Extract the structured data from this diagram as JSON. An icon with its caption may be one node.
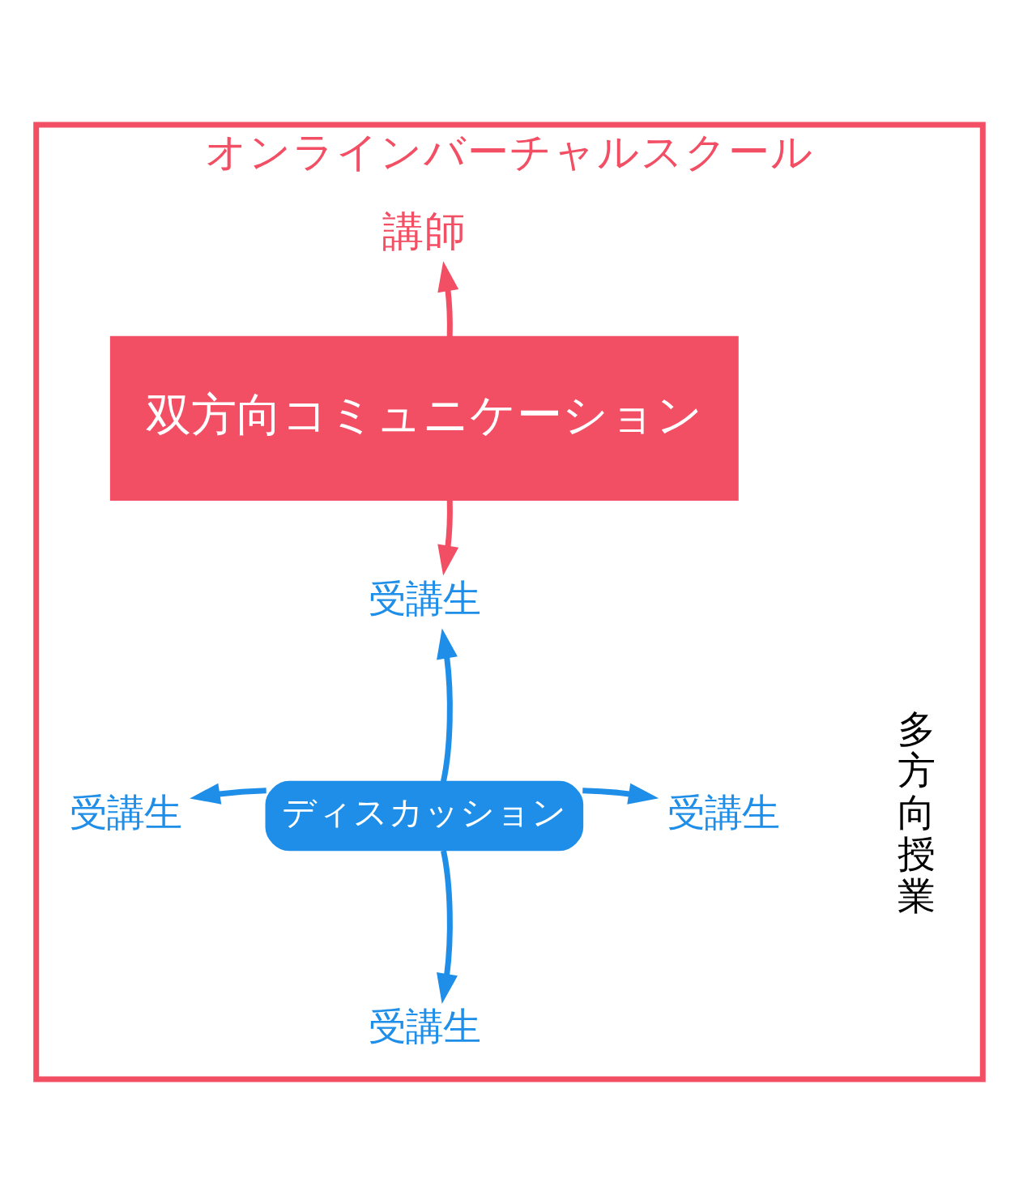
{
  "diagram": {
    "nodes": [
      {
        "text": [
          "オンラインバーチャルスクール"
        ]
      },
      {
        "text": [
          "講師"
        ],
        "in": 0
      },
      {
        "text": [
          "双方向コミュニケーション"
        ],
        "in": 0
      },
      {
        "text": [
          "受講生"
        ],
        "in": 0
      },
      {
        "text": [
          "ディスカッション"
        ],
        "in": 0
      },
      {
        "text": [
          "受講生"
        ],
        "in": 0
      },
      {
        "text": [
          "受講生"
        ],
        "in": 0
      },
      {
        "text": [
          "受講生"
        ],
        "in": 0
      }
    ],
    "edges": [
      {
        "from": 2,
        "to": 1,
        "arrow": "to",
        "color": "#f24e64"
      },
      {
        "from": 2,
        "to": 3,
        "arrow": "to",
        "color": "#f24e64"
      },
      {
        "from": 4,
        "to": 3,
        "arrow": "to"
      },
      {
        "from": 4,
        "to": 5,
        "arrow": "to"
      },
      {
        "from": 4,
        "to": 6,
        "arrow": "to"
      },
      {
        "from": 4,
        "to": 7,
        "arrow": "to"
      }
    ],
    "labels": [
      "多方向授業"
    ]
  }
}
